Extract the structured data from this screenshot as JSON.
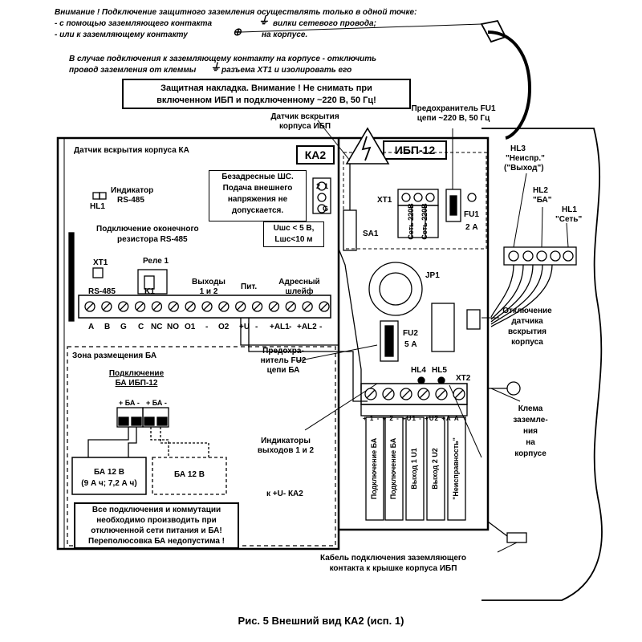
{
  "warning": {
    "line1": "Внимание ! Подключение защитного заземления осуществлять только в одной точке:",
    "line2a": "- с помощью заземляющего контакта",
    "line2b": "вилки сетевого провода;",
    "line3a": "- или к заземляющему контакту",
    "line3b": "на корпусе.",
    "line4": "В случае подключения к заземляющему контакту на корпусе - отключить",
    "line5a": "провод заземления от клеммы",
    "line5b": "разъема XT1 и изолировать его"
  },
  "cover_note": {
    "line1": "Защитная накладка. Внимание ! Не снимать при",
    "line2": "включенном ИБП и подключенному ~220 В, 50 Гц!"
  },
  "labels": {
    "tamper_ibp_1": "Датчик вскрытия",
    "tamper_ibp_2": "корпуса ИБП",
    "fuse_fu1_1": "Предохранитель FU1",
    "fuse_fu1_2": "цепи ~220 В, 50 Гц",
    "ka2": "КА2",
    "ibp12": "ИБП-12",
    "tamper_ka": "Датчик вскрытия корпуса КА",
    "indicator_1": "Индикатор",
    "indicator_2": "RS-485",
    "hl1_left": "HL1",
    "nonaddr_1": "Безадресные ШС.",
    "nonaddr_2": "Подача внешнего",
    "nonaddr_3": "напряжения не",
    "nonaddr_4": "допускается.",
    "ushc": "Uшс < 5 В,",
    "lshc": "Lшс<10 м",
    "resistor_1": "Подключение оконечного",
    "resistor_2": "резистора RS-485",
    "xt1_left": "XT1",
    "relay": "Реле 1",
    "k1": "K1",
    "sa1": "SA1",
    "xt1": "XT1",
    "fu1": "FU1",
    "fu1_rating": "2 А",
    "jp1": "JP1",
    "fu2": "FU2",
    "fu2_rating": "5 А",
    "hl4": "HL4",
    "hl5": "HL5",
    "xt2": "XT2",
    "set220_1": "Сеть 220В",
    "set220_2": "Сеть 220В",
    "hl3_1": "HL3",
    "hl3_2": "\"Неиспр.\"",
    "hl3_3": "(\"Выход\")",
    "hl2_1": "HL2",
    "hl2_2": "\"БА\"",
    "hl1_1": "HL1",
    "hl1_2": "\"Сеть\"",
    "tamper_off_1": "Отключение",
    "tamper_off_2": "датчика",
    "tamper_off_3": "вскрытия",
    "tamper_off_4": "корпуса",
    "ground_1": "Клема",
    "ground_2": "заземле-",
    "ground_3": "ния",
    "ground_4": "на",
    "ground_5": "корпусе",
    "fuse_fu2_1": "Предохра-",
    "fuse_fu2_2": "нитель FU2",
    "fuse_fu2_3": "цепи БА",
    "ind_out_1": "Индикаторы",
    "ind_out_2": "выходов 1 и 2",
    "ba_zone": "Зона размещения БА",
    "ba_conn_1": "Подключение",
    "ba_conn_2": "БА ИБП-12",
    "ba_term_1": "+ БА -",
    "ba_term_2": "+ БА -",
    "ba1_1": "БА 12 В",
    "ba1_2": "(9 А ч; 7,2 А ч)",
    "ba2": "БА 12 В",
    "k_ka2": "к +U- КА2",
    "safety_1": "Все подключения и коммутации",
    "safety_2": "необходимо производить при",
    "safety_3": "отключенной сети питания и БА!",
    "safety_4": "Переполюсовка БА недопустима !",
    "cable_1": "Кабель подключения заземляющего",
    "cable_2": "контакта к крышке корпуса ИБП",
    "caption": "Рис. 5 Внешний вид КА2 (исп. 1)"
  },
  "terminal_headers": {
    "rs485": "RS-485",
    "outputs_1": "Выходы",
    "outputs_2": "1 и 2",
    "power": "Пит.",
    "loop_1": "Адресный",
    "loop_2": "шлейф"
  },
  "terminals": [
    "A",
    "B",
    "G",
    "C",
    "NC",
    "NO",
    "O1",
    "-",
    "O2",
    "+U",
    "-",
    "+AL1",
    "-",
    "+AL2",
    "-"
  ],
  "shc_terminals": [
    "1",
    "2",
    "G"
  ],
  "xt2_terminals": [
    "+",
    "1",
    "-",
    "+",
    "2",
    "-",
    "+U1",
    "-",
    "+U2",
    "+А",
    "А"
  ],
  "legend_vertical": [
    "Подключение БА",
    "Подключение БА",
    "Выход 1 U1",
    "Выход 2 U2",
    "\"Неисправность\""
  ]
}
